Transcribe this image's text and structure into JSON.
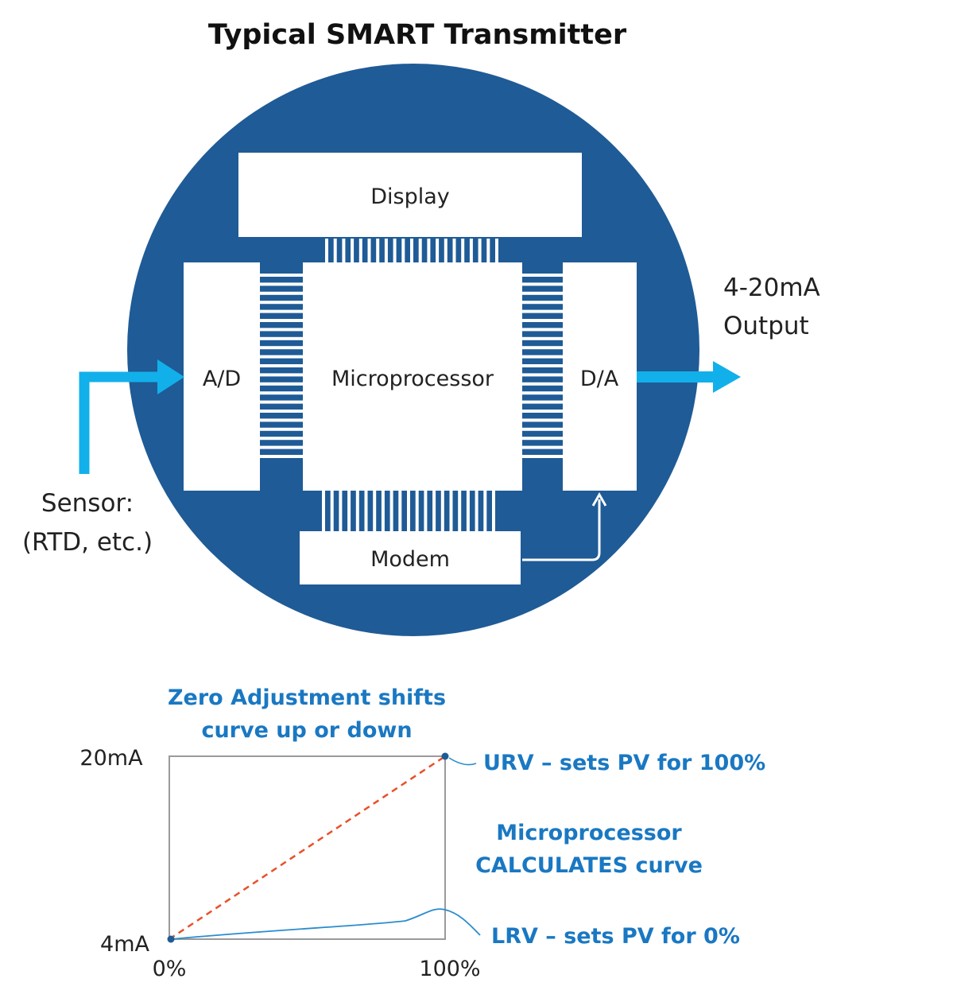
{
  "title": "Typical SMART Transmitter",
  "blocks": {
    "display": "Display",
    "microprocessor": "Microprocessor",
    "ad": "A/D",
    "da": "D/A",
    "modem": "Modem"
  },
  "labels": {
    "output_line1": "4-20mA",
    "output_line2": "Output",
    "sensor_line1": "Sensor:",
    "sensor_line2": "(RTD, etc.)"
  },
  "graph": {
    "zero_adj_line1": "Zero Adjustment shifts",
    "zero_adj_line2": "curve up or down",
    "y_top": "20mA",
    "y_bottom": "4mA",
    "x_left": "0%",
    "x_right": "100%",
    "urv": "URV – sets PV for 100%",
    "micro_line1": "Microprocessor",
    "micro_line2": "CALCULATES curve",
    "lrv": "LRV – sets PV for 0%"
  },
  "colors": {
    "circle": "#1f5b96",
    "arrow": "#12b0ea",
    "annotation": "#1a78c2",
    "dashed": "#e8502a",
    "curve": "#2a8ccc"
  }
}
